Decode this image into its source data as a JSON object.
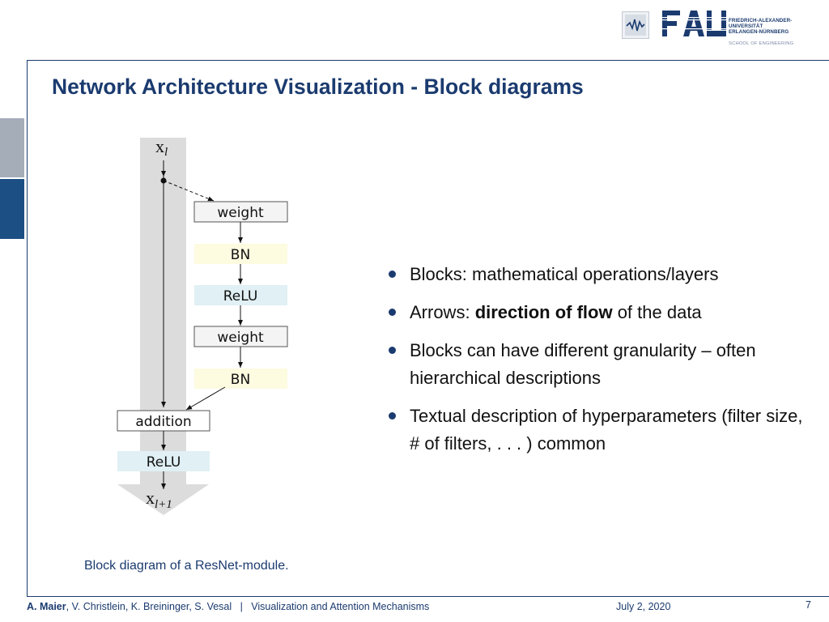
{
  "header": {
    "logo_lines": [
      "FRIEDRICH-ALEXANDER-",
      "UNIVERSITÄT",
      "ERLANGEN-NÜRNBERG"
    ],
    "logo_wordmark": "FAU",
    "school": "SCHOOL OF ENGINEERING"
  },
  "slide": {
    "title": "Network Architecture Visualization - Block diagrams",
    "caption": "Block diagram of a ResNet-module."
  },
  "diagram": {
    "input_label": "x",
    "input_subscript": "l",
    "output_label": "x",
    "output_subscript": "l+1",
    "blocks": [
      {
        "label": "weight",
        "fill": "#f4f4f4"
      },
      {
        "label": "BN",
        "fill": "#fdfbe0"
      },
      {
        "label": "ReLU",
        "fill": "#e0f0f4"
      },
      {
        "label": "weight",
        "fill": "#f4f4f4"
      },
      {
        "label": "BN",
        "fill": "#fdfbe0"
      },
      {
        "label": "addition",
        "fill": "#ffffff"
      },
      {
        "label": "ReLU",
        "fill": "#e0f0f4"
      }
    ]
  },
  "bullets": [
    {
      "text": "Blocks: mathematical operations/layers"
    },
    {
      "prefix": "Arrows: ",
      "bold": "direction of flow",
      "suffix": " of the data"
    },
    {
      "text": "Blocks can have different granularity – often hierarchical descriptions"
    },
    {
      "text": "Textual description of hyperparameters (filter size, # of filters, . . . ) common"
    }
  ],
  "footer": {
    "author_main": "A. Maier",
    "authors_rest": ", V. Christlein, K. Breininger, S. Vesal",
    "separator": "|",
    "course": "Visualization and Attention Mechanisms",
    "date": "July 2, 2020",
    "page": "7"
  },
  "colors": {
    "brand": "#1b3b6f",
    "side_tab_light": "#a4adb8",
    "side_tab_dark": "#1c4f83"
  }
}
